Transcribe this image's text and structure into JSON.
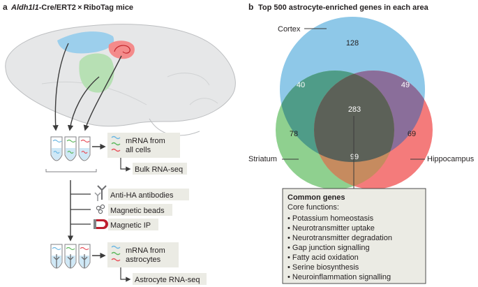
{
  "panel_a": {
    "letter": "a",
    "title_gene": "Aldh1l1",
    "title_rest": "-Cre/ERT2 × RiboTag mice",
    "mrna_all_line1": "mRNA from",
    "mrna_all_line2": "all cells",
    "bulk_label": "Bulk RNA-seq",
    "antibody_label": "Anti-HA antibodies",
    "beads_label": "Magnetic beads",
    "ip_label": "Magnetic IP",
    "mrna_astro_line1": "mRNA from",
    "mrna_astro_line2": "astrocytes",
    "astro_label": "Astrocyte RNA-seq"
  },
  "panel_b": {
    "letter": "b",
    "title": "Top 500 astrocyte-enriched genes in each area",
    "sets": [
      {
        "name": "Cortex",
        "color": "#8ec8e8"
      },
      {
        "name": "Striatum",
        "color": "#8fd08f"
      },
      {
        "name": "Hippocampus",
        "color": "#f47b7b"
      }
    ],
    "regions": {
      "cortex_only": "128",
      "cortex_striatum": "40",
      "cortex_hippocampus": "49",
      "all_three": "283",
      "striatum_only": "78",
      "hippocampus_only": "69",
      "striatum_hippocampus": "99"
    },
    "common_box": {
      "heading": "Common genes",
      "subheading": "Core functions:",
      "items": [
        "• Potassium homeostasis",
        "• Neurotransmitter uptake",
        "• Neurotransmitter degradation",
        "• Gap junction signalling",
        "• Fatty acid oxidation",
        "• Serine biosynthesis",
        "• Neuroinflammation signalling"
      ]
    }
  }
}
